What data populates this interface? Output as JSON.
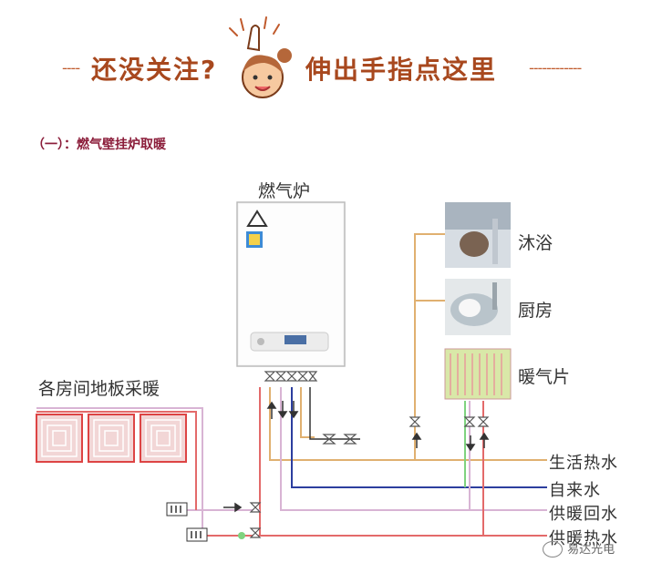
{
  "banner": {
    "left_text": "还没关注?",
    "right_text": "伸出手指点这里",
    "left_dash": "----",
    "right_dash": "------------"
  },
  "section_title": "（一）：燃气壁挂炉取暖",
  "diagram": {
    "boiler_label": "燃气炉",
    "floor_heating_label": "各房间地板采暖",
    "shower_label": "沐浴",
    "kitchen_label": "厨房",
    "radiator_label": "暖气片",
    "pipes": [
      {
        "label": "生活热水",
        "color": "#e0b070"
      },
      {
        "label": "自来水",
        "color": "#2c3e9e"
      },
      {
        "label": "供暖回水",
        "color": "#d8b4d4"
      },
      {
        "label": "供暖热水",
        "color": "#e36a6a"
      }
    ],
    "green_pipe_color": "#7fd37f"
  },
  "watermark": "易达光电",
  "icons": [
    "thumbs-up-mascot",
    "warning-triangle-icon",
    "wechat-icon"
  ]
}
